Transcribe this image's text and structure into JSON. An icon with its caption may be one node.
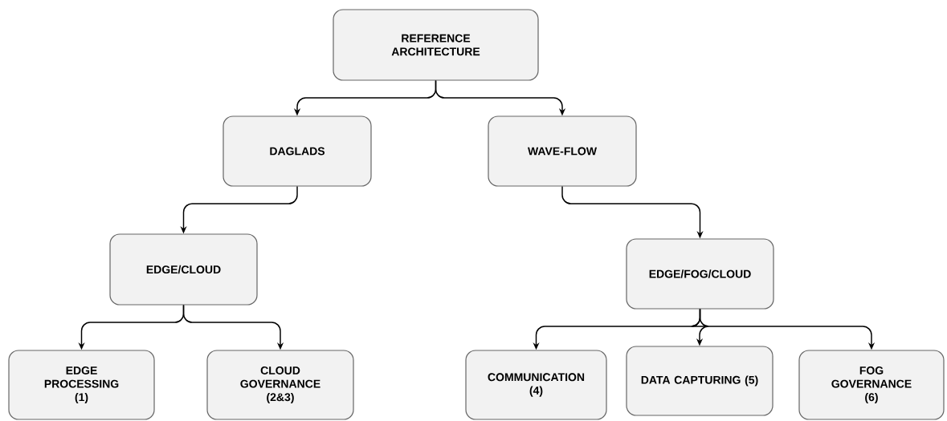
{
  "diagram": {
    "nodes": [
      {
        "text": [
          "REFERENCE ARCHITECTURE"
        ]
      },
      {
        "text": [
          "DAGLADS"
        ]
      },
      {
        "text": [
          "WAVE-FLOW"
        ]
      },
      {
        "text": [
          "EDGE/CLOUD"
        ]
      },
      {
        "text": [
          "EDGE/FOG/CLOUD"
        ]
      },
      {
        "text": [
          "EDGE PROCESSING (1)"
        ]
      },
      {
        "text": [
          "CLOUD GOVERNANCE (2&3)"
        ]
      },
      {
        "text": [
          "COMMUNICATION (4)"
        ]
      },
      {
        "text": [
          "DATA CAPTURING (5)"
        ]
      },
      {
        "text": [
          "FOG GOVERNANCE (6)"
        ]
      }
    ],
    "edges": [
      {
        "from": 0,
        "to": 1,
        "arrow": "to"
      },
      {
        "from": 0,
        "to": 2,
        "arrow": "to"
      },
      {
        "from": 1,
        "to": 3,
        "arrow": "to"
      },
      {
        "from": 2,
        "to": 4,
        "arrow": "to"
      },
      {
        "from": 3,
        "to": 5,
        "arrow": "to"
      },
      {
        "from": 3,
        "to": 6,
        "arrow": "to"
      },
      {
        "from": 4,
        "to": 7,
        "arrow": "to"
      },
      {
        "from": 4,
        "to": 8,
        "arrow": "to"
      },
      {
        "from": 4,
        "to": 9,
        "arrow": "to"
      }
    ]
  }
}
